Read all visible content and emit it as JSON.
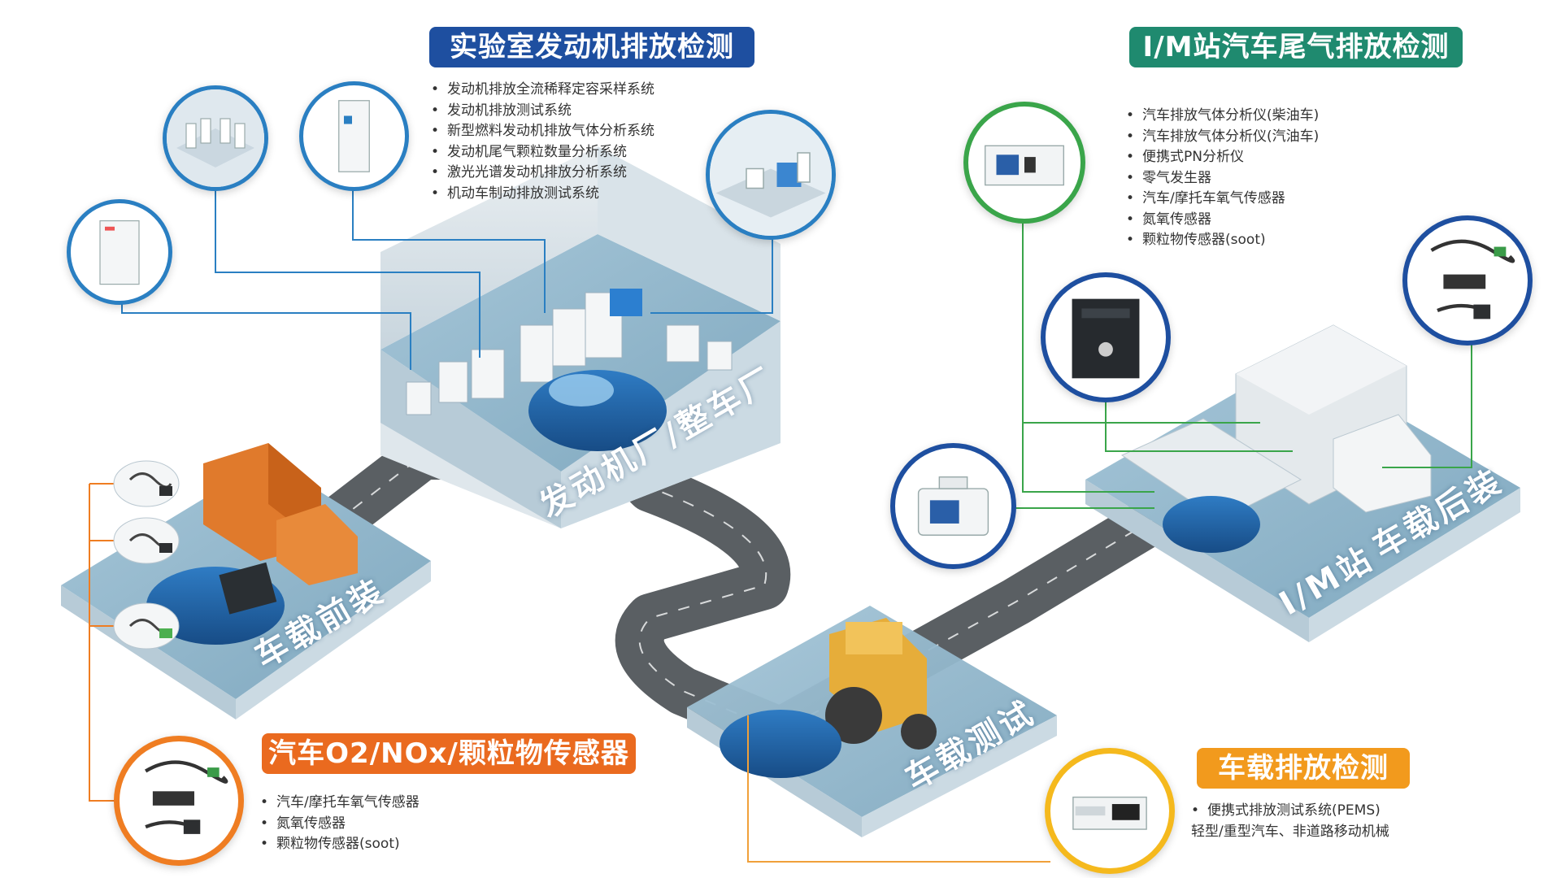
{
  "sections": {
    "lab": {
      "title": "实验室发动机排放检测",
      "color": "#1e4fa0",
      "items": [
        "发动机排放全流稀释定容采样系统",
        "发动机排放测试系统",
        "新型燃料发动机排放气体分析系统",
        "发动机尾气颗粒数量分析系统",
        "激光光谱发动机排放分析系统",
        "机动车制动排放测试系统"
      ]
    },
    "im": {
      "title": "I/M站汽车尾气排放检测",
      "color": "#1f8a6f",
      "items": [
        "汽车排放气体分析仪(柴油车)",
        "汽车排放气体分析仪(汽油车)",
        "便携式PN分析仪",
        "零气发生器",
        "汽车/摩托车氧气传感器",
        "氮氧传感器",
        "颗粒物传感器(soot)"
      ]
    },
    "sensor": {
      "title": "汽车O2/NOx/颗粒物传感器",
      "color": "#ea6a1f",
      "items": [
        "汽车/摩托车氧气传感器",
        "氮氧传感器",
        "颗粒物传感器(soot)"
      ]
    },
    "onboard": {
      "title": "车载排放检测",
      "color": "#f29a1d",
      "items": [
        "便携式排放测试系统(PEMS)"
      ],
      "sub_line": "轻型/重型汽车、非道路移动机械"
    }
  },
  "areas": {
    "engine_plant": "发动机厂/整车厂",
    "front_install": "车载前装",
    "road_test": "车载测试",
    "im_station": "I/M站",
    "after_install": "车载后装"
  },
  "colors": {
    "lab_line": "#2a7fc2",
    "im_line": "#3aa54a",
    "sensor_line": "#ef7d22",
    "platform": "#8fb4c9",
    "road": "#5a5f63"
  },
  "icons": {
    "lab": [
      "lab-room-icon",
      "analyzer-cabinet-icon",
      "dilution-cabinet-icon",
      "test-bench-room-icon"
    ],
    "im": [
      "gas-analyzer-icon",
      "zero-gas-generator-icon",
      "portable-pn-analyzer-icon",
      "sensors-icon"
    ],
    "sensor": [
      "o2-sensor-icon",
      "nox-sensor-icon",
      "soot-sensor-icon",
      "sensor-group-icon"
    ],
    "onboard": [
      "pems-icon"
    ]
  }
}
